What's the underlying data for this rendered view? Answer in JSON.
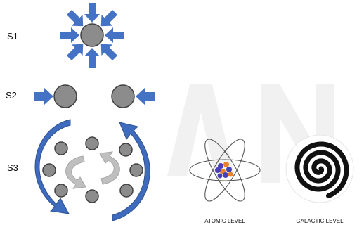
{
  "stages": [
    {
      "label": "S1"
    },
    {
      "label": "S2"
    },
    {
      "label": "S3"
    }
  ],
  "panels": [
    {
      "label": "ATOMIC LEVEL"
    },
    {
      "label": "GALACTIC LEVEL"
    }
  ],
  "colors": {
    "arrow_blue": "#4472c4",
    "arrow_dark": "#2f528f",
    "ball_gray": "#8c8c8c",
    "ball_stroke": "#404040",
    "swirl_gray": "#bfbfbf",
    "nucleus_blue": "#4a3fb8",
    "nucleus_orange": "#e8822b",
    "watermark": "#f0f0f0",
    "spiral": "#111111"
  },
  "icons": [
    "compression-arrows-icon",
    "atom-icon",
    "spiral-galaxy-icon"
  ]
}
